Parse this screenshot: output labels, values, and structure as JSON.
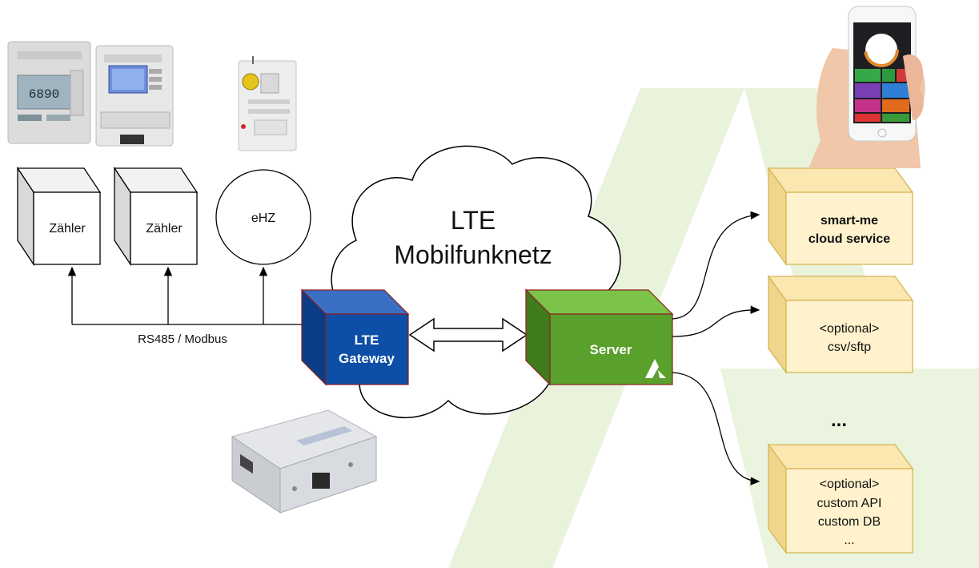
{
  "meters": [
    {
      "label": "Zähler"
    },
    {
      "label": "Zähler"
    }
  ],
  "ehz": {
    "label": "eHZ"
  },
  "bus": {
    "label": "RS485 / Modbus"
  },
  "cloud": {
    "line1": "LTE",
    "line2": "Mobilfunknetz"
  },
  "gateway": {
    "line1": "LTE",
    "line2": "Gateway",
    "color": "#0d4ea6"
  },
  "server": {
    "label": "Server",
    "color": "#5aa02c"
  },
  "outputs": [
    {
      "lines": [
        "smart-me",
        "cloud service"
      ],
      "bold": true
    },
    {
      "lines": [
        "<optional>",
        "csv/sftp"
      ],
      "bold": false
    },
    {
      "lines": [
        "<optional>",
        "custom API",
        "custom DB",
        "..."
      ],
      "bold": false
    }
  ],
  "ellipsis": "...",
  "device_icons": [
    "energy-meter-photo",
    "energy-meter-photo-2",
    "ehz-meter-photo",
    "lte-router-photo",
    "smartphone-app-photo"
  ],
  "colors": {
    "output_fill": "#fff2cc",
    "output_stroke": "#d6b656",
    "backdrop": "#e9f3dc"
  }
}
